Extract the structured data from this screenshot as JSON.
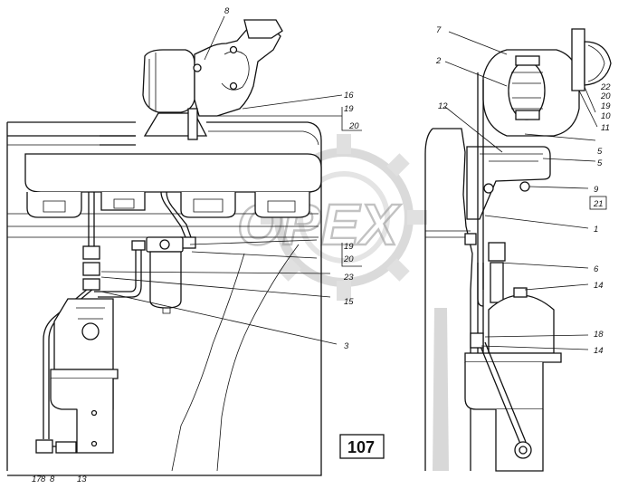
{
  "figure": {
    "page_number": "107",
    "watermark": "OPEX"
  },
  "callouts": [
    {
      "id": "c-8-top",
      "text": "8"
    },
    {
      "id": "c-16",
      "text": "16"
    },
    {
      "id": "c-19a",
      "text": "19"
    },
    {
      "id": "c-20a",
      "text": "20"
    },
    {
      "id": "c-19b",
      "text": "19"
    },
    {
      "id": "c-20b",
      "text": "20"
    },
    {
      "id": "c-23",
      "text": "23"
    },
    {
      "id": "c-15",
      "text": "15"
    },
    {
      "id": "c-3",
      "text": "3"
    },
    {
      "id": "c-17",
      "text": "17"
    },
    {
      "id": "c-8a",
      "text": "8"
    },
    {
      "id": "c-8b",
      "text": "8"
    },
    {
      "id": "c-13",
      "text": "13"
    },
    {
      "id": "c-7",
      "text": "7"
    },
    {
      "id": "c-2",
      "text": "2"
    },
    {
      "id": "c-22",
      "text": "22"
    },
    {
      "id": "c-20c",
      "text": "20"
    },
    {
      "id": "c-19c",
      "text": "19"
    },
    {
      "id": "c-10",
      "text": "10"
    },
    {
      "id": "c-11",
      "text": "11"
    },
    {
      "id": "c-12",
      "text": "12"
    },
    {
      "id": "c-5a",
      "text": "5"
    },
    {
      "id": "c-5b",
      "text": "5"
    },
    {
      "id": "c-9",
      "text": "9"
    },
    {
      "id": "c-21",
      "text": "21"
    },
    {
      "id": "c-1",
      "text": "1"
    },
    {
      "id": "c-6",
      "text": "6"
    },
    {
      "id": "c-14a",
      "text": "14"
    },
    {
      "id": "c-18",
      "text": "18"
    },
    {
      "id": "c-14b",
      "text": "14"
    }
  ]
}
